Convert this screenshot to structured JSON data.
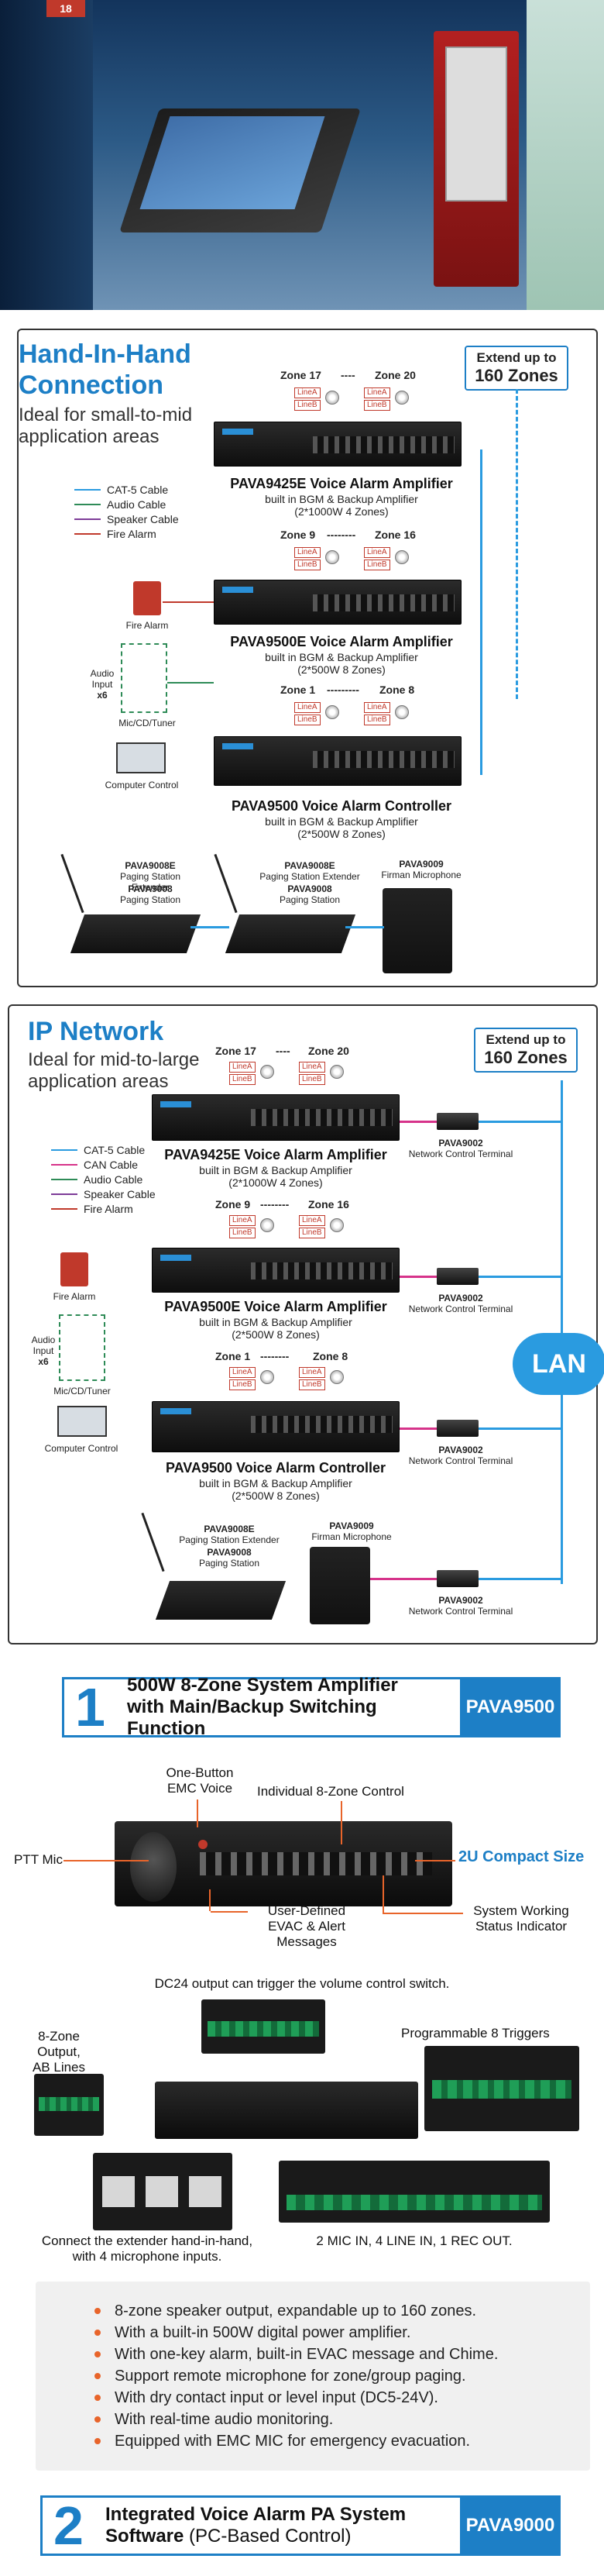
{
  "photo": {
    "corner_badge": "18"
  },
  "colors": {
    "brand_blue": "#1d7fc6",
    "cat5": "#2a9be0",
    "audio": "#2e8b57",
    "speaker": "#7d3c98",
    "fire": "#c0392b",
    "can": "#d6338a",
    "accent": "#e8642a"
  },
  "hand_in_hand": {
    "title_line1": "Hand-In-Hand",
    "title_line2": "Connection",
    "subtitle_line1": "Ideal for small-to-mid",
    "subtitle_line2": "application areas",
    "extend_a": "Extend up to",
    "extend_b": "160 Zones",
    "legend": [
      "CAT-5 Cable",
      "Audio Cable",
      "Speaker Cable",
      "Fire Alarm"
    ],
    "zones_top": {
      "left": "Zone 17",
      "dots": "----",
      "right": "Zone 20"
    },
    "zones_mid": {
      "left": "Zone 9",
      "dots": "--------",
      "right": "Zone 16"
    },
    "zones_bot": {
      "left": "Zone 1",
      "dots": "---------",
      "right": "Zone 8"
    },
    "line_a": "LineA",
    "line_b": "LineB",
    "amp1": {
      "title": "PAVA9425E Voice Alarm Amplifier",
      "sub1": "built in BGM & Backup Amplifier",
      "sub2": "(2*1000W 4 Zones)"
    },
    "amp2": {
      "title": "PAVA9500E Voice Alarm Amplifier",
      "sub1": "built in BGM & Backup Amplifier",
      "sub2": "(2*500W 8 Zones)"
    },
    "amp3": {
      "title": "PAVA9500 Voice Alarm Controller",
      "sub1": "built in BGM & Backup Amplifier",
      "sub2": "(2*500W 8 Zones)"
    },
    "fire_alarm": "Fire Alarm",
    "audio_input": [
      "Audio",
      "Input",
      "x6"
    ],
    "mic_cd": "Mic/CD/Tuner",
    "computer": "Computer Control",
    "pav9008e_code": "PAVA9008E",
    "pav9008e_name": "Paging Station Extender",
    "pav9008_code": "PAVA9008",
    "pav9008_name": "Paging Station",
    "pav9008e2_code": "PAVA9008E",
    "pav9008e2_name": "Paging Station Extender",
    "pav9008b_code": "PAVA9008",
    "pav9008b_name": "Paging Station",
    "pav9009_code": "PAVA9009",
    "pav9009_name": "Firman Microphone"
  },
  "ip_network": {
    "title": "IP Network",
    "subtitle_line1": "Ideal for mid-to-large",
    "subtitle_line2": "application areas",
    "extend_a": "Extend up to",
    "extend_b": "160 Zones",
    "legend": [
      "CAT-5 Cable",
      "CAN Cable",
      "Audio Cable",
      "Speaker Cable",
      "Fire Alarm"
    ],
    "zones_top": {
      "left": "Zone 17",
      "dots": "----",
      "right": "Zone 20"
    },
    "zones_mid": {
      "left": "Zone 9",
      "dots": "--------",
      "right": "Zone 16"
    },
    "zones_bot": {
      "left": "Zone 1",
      "dots": "--------",
      "right": "Zone 8"
    },
    "line_a": "LineA",
    "line_b": "LineB",
    "amp1": {
      "title": "PAVA9425E Voice Alarm Amplifier",
      "sub1": "built in BGM & Backup Amplifier",
      "sub2": "(2*1000W 4 Zones)"
    },
    "amp2": {
      "title": "PAVA9500E Voice Alarm Amplifier",
      "sub1": "built in BGM & Backup Amplifier",
      "sub2": "(2*500W 8 Zones)"
    },
    "amp3": {
      "title": "PAVA9500 Voice Alarm Controller",
      "sub1": "built in BGM & Backup Amplifier",
      "sub2": "(2*500W 8 Zones)"
    },
    "terminal_code": "PAVA9002",
    "terminal_name": "Network Control Terminal",
    "lan": "LAN",
    "fire_alarm": "Fire Alarm",
    "audio_input": [
      "Audio",
      "Input",
      "x6"
    ],
    "mic_cd": "Mic/CD/Tuner",
    "computer": "Computer Control",
    "pav9008e_code": "PAVA9008E",
    "pav9008e_name": "Paging Station Extender",
    "pav9008_code": "PAVA9008",
    "pav9008_name": "Paging Station",
    "pav9009_code": "PAVA9009",
    "pav9009_name": "Firman Microphone"
  },
  "feature1": {
    "num": "1",
    "line1": "500W 8-Zone System Amplifier",
    "line2": "with Main/Backup Switching Function",
    "code": "PAVA9500",
    "one_button_1": "One-Button",
    "one_button_2": "EMC Voice",
    "individual": "Individual 8-Zone Control",
    "ptt": "PTT Mic",
    "compact": "2U Compact Size",
    "user_def_1": "User-Defined",
    "user_def_2": "EVAC & Alert Messages",
    "status_1": "System Working",
    "status_2": "Status Indicator",
    "dc24": "DC24 output can trigger the volume control switch.",
    "zone_out_1": "8-Zone Output,",
    "zone_out_2": "AB Lines",
    "triggers": "Programmable 8 Triggers",
    "ext_1": "Connect the extender hand-in-hand,",
    "ext_2": "with 4 microphone inputs.",
    "mic_in": "2 MIC IN, 4 LINE IN, 1 REC OUT.",
    "bullets": [
      "8-zone speaker output, expandable up to 160 zones.",
      "With a built-in 500W digital power amplifier.",
      "With one-key alarm, built-in EVAC message and Chime.",
      "Support remote microphone for zone/group paging.",
      "With dry contact input or level input (DC5-24V).",
      "With real-time audio monitoring.",
      "Equipped with EMC MIC for emergency evacuation."
    ]
  },
  "feature2": {
    "num": "2",
    "line1": "Integrated Voice Alarm PA System",
    "line2_bold": "Software",
    "line2_rest": " (PC-Based Control)",
    "code": "PAVA9000"
  }
}
